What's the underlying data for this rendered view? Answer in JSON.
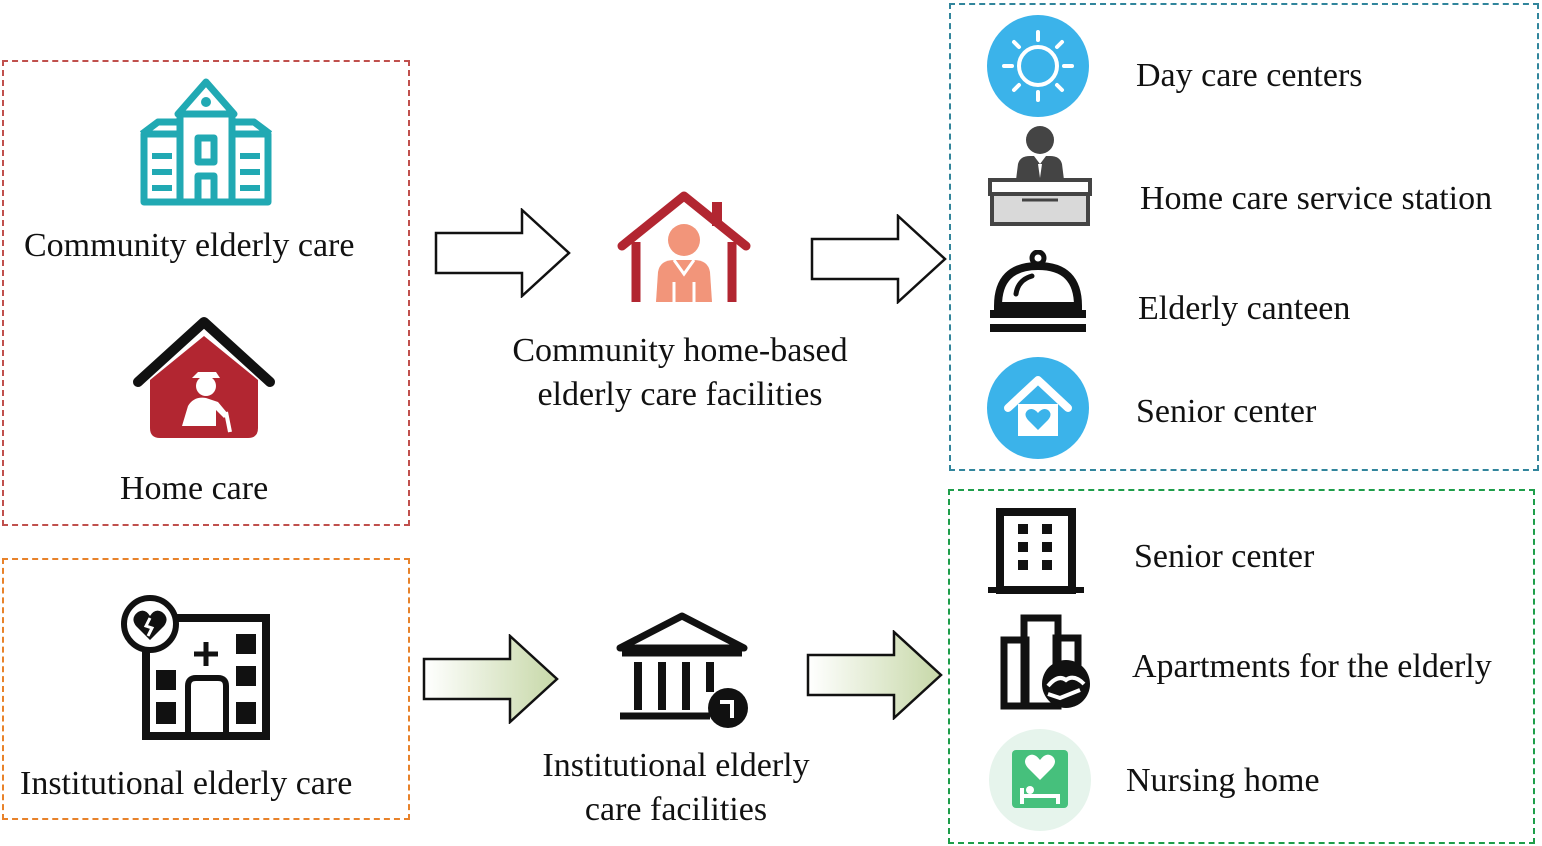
{
  "left": {
    "community_label": "Community elderly care",
    "home_label": "Home care",
    "institutional_label": "Institutional elderly care"
  },
  "middle": {
    "community_facilities_line1": "Community home-based",
    "community_facilities_line2": "elderly care facilities",
    "institutional_facilities_line1": "Institutional elderly",
    "institutional_facilities_line2": "care facilities"
  },
  "right_top": {
    "items": [
      {
        "label": "Day care centers",
        "icon": "sun-icon"
      },
      {
        "label": "Home care service station",
        "icon": "reception-desk-icon"
      },
      {
        "label": "Elderly canteen",
        "icon": "food-cloche-icon"
      },
      {
        "label": "Senior center",
        "icon": "heart-house-icon"
      }
    ]
  },
  "right_bottom": {
    "items": [
      {
        "label": "Senior center",
        "icon": "office-building-icon"
      },
      {
        "label": "Apartments for the elderly",
        "icon": "apartment-hand-icon"
      },
      {
        "label": "Nursing home",
        "icon": "hospital-bed-icon"
      }
    ]
  },
  "colors": {
    "community_border": "#c0504d",
    "institutional_border": "#e8822a",
    "right_top_border": "#31859c",
    "right_bottom_border": "#1e9e4a",
    "teal_icon": "#21a9b3",
    "red_icon": "#b22631",
    "sky_icon": "#3bb3ea",
    "arrow_green": "#c7d8a8"
  }
}
